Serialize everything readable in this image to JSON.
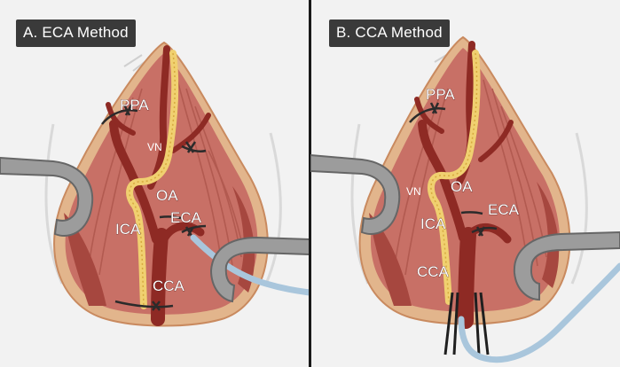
{
  "panels": [
    {
      "title": "A. ECA Method",
      "labels": {
        "ppa": "PPA",
        "vn": "VN",
        "oa": "OA",
        "ica": "ICA",
        "eca": "ECA",
        "cca": "CCA"
      }
    },
    {
      "title": "B. CCA Method",
      "labels": {
        "ppa": "PPA",
        "vn": "VN",
        "oa": "OA",
        "ica": "ICA",
        "eca": "ECA",
        "cca": "CCA"
      }
    }
  ],
  "colors": {
    "background": "#f2f2f2",
    "skin": "#e2b58c",
    "muscle": "#b55a4e",
    "artery": "#8e2a24",
    "nerve": "#f0d070",
    "retractor": "#9c9c9c",
    "catheter": "#a9c6dc",
    "title_bg": "#3a3a3a"
  },
  "icons": [
    "retractor",
    "catheter",
    "suture-knot",
    "forceps"
  ]
}
